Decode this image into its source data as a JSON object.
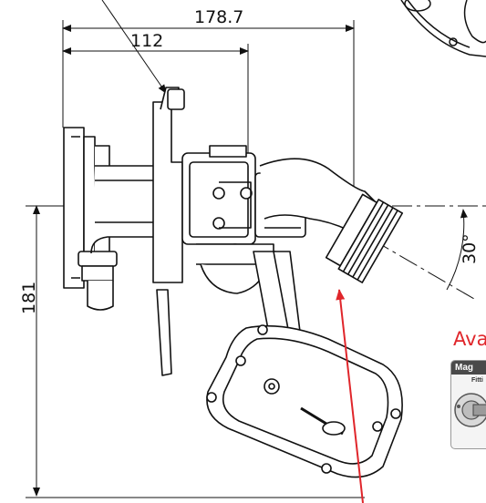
{
  "drawing": {
    "dimensions": {
      "overall_width": "178.7",
      "partial_width": "112",
      "height": "181",
      "angle": "30°"
    },
    "colors": {
      "line": "#111111",
      "leader_red": "#e0262b",
      "available_text": "#e0262b"
    }
  },
  "inset": {
    "heading_text": "Ava",
    "card_title": "Mag",
    "card_subtitle": "Fitti"
  }
}
